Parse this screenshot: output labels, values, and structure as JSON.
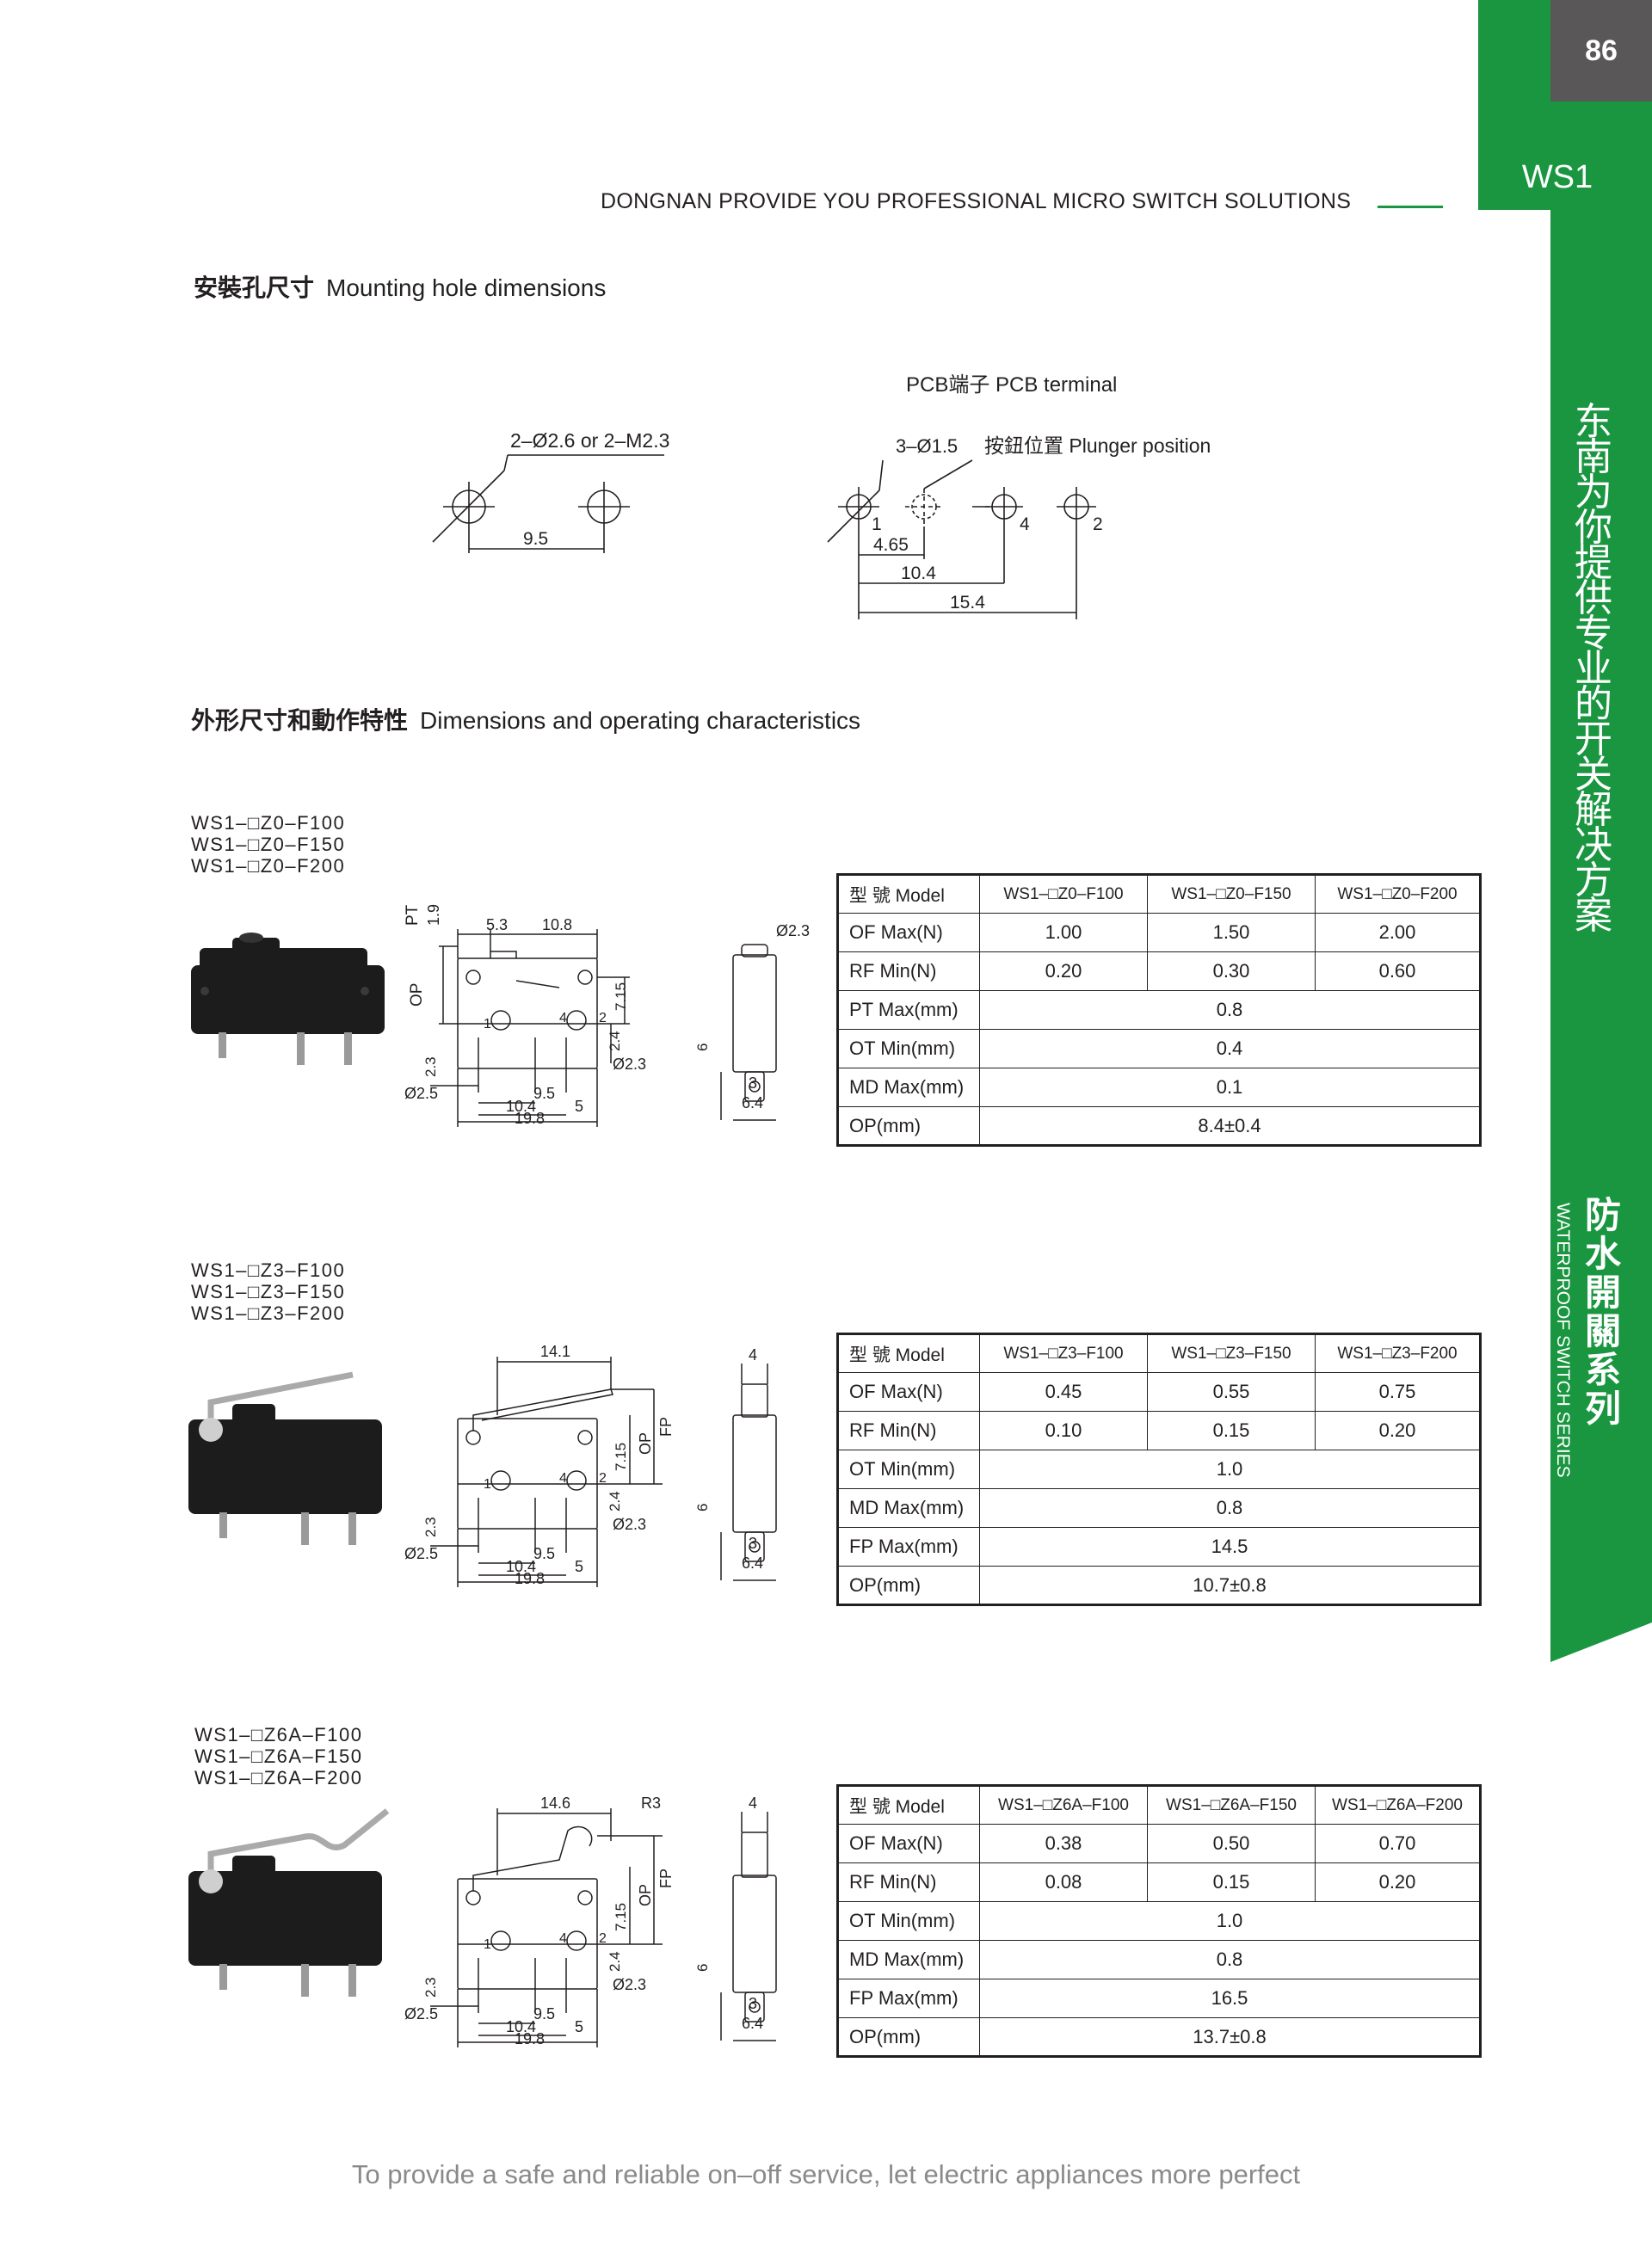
{
  "page_number": "86",
  "series_code": "WS1",
  "side_slogan_cn": "东南为你提供专业的开关解决方案",
  "side_series_cn": "防水開關系列",
  "side_series_en": "WATERPROOF SWITCH SERIES",
  "header_text": "DONGNAN PROVIDE YOU PROFESSIONAL MICRO SWITCH SOLUTIONS",
  "mounting": {
    "title_cn": "安裝孔尺寸",
    "title_en": "Mounting hole dimensions",
    "pcb_title": "PCB端子 PCB  terminal",
    "hole_label": "2–Ø2.6 or 2–M2.3",
    "hole_pitch": "9.5",
    "pcb_hole_label": "3–Ø1.5",
    "plunger_label": "按鈕位置 Plunger position",
    "pin1": "1",
    "pin4": "4",
    "pin2": "2",
    "dim_a": "4.65",
    "dim_b": "10.4",
    "dim_c": "15.4"
  },
  "dimensions": {
    "title_cn": "外形尺寸和動作特性",
    "title_en": "Dimensions and operating characteristics"
  },
  "products": [
    {
      "models": [
        "WS1–□Z0–F100",
        "WS1–□Z0–F150",
        "WS1–□Z0–F200"
      ],
      "drawing": {
        "pt": "PT",
        "pt_val": "1.9",
        "op": "OP",
        "d1": "5.3",
        "d2": "10.8",
        "d715": "7.15",
        "d24": "2.4",
        "d23": "2.3",
        "phi25": "Ø2.5",
        "phi23": "Ø2.3",
        "phi23_side": "Ø2.3",
        "d95": "9.5",
        "d104": "10.4",
        "d5": "5",
        "d198": "19.8",
        "d6": "6",
        "d3": "3",
        "d64": "6.4",
        "pin1": "1",
        "pin4": "4",
        "pin2": "2"
      },
      "table": {
        "header": [
          "型 號  Model",
          "WS1–□Z0–F100",
          "WS1–□Z0–F150",
          "WS1–□Z0–F200"
        ],
        "rows3": [
          {
            "label": "OF Max(N)",
            "values": [
              "1.00",
              "1.50",
              "2.00"
            ]
          },
          {
            "label": "RF Min(N)",
            "values": [
              "0.20",
              "0.30",
              "0.60"
            ]
          }
        ],
        "rows1": [
          {
            "label": "PT Max(mm)",
            "value": "0.8"
          },
          {
            "label": "OT Min(mm)",
            "value": "0.4"
          },
          {
            "label": "MD Max(mm)",
            "value": "0.1"
          },
          {
            "label": "OP(mm)",
            "value": "8.4±0.4"
          }
        ]
      }
    },
    {
      "models": [
        "WS1–□Z3–F100",
        "WS1–□Z3–F150",
        "WS1–□Z3–F200"
      ],
      "drawing": {
        "d141": "14.1",
        "op": "OP",
        "fp": "FP",
        "d715": "7.15",
        "d24": "2.4",
        "d23": "2.3",
        "phi25": "Ø2.5",
        "phi23": "Ø2.3",
        "d95": "9.5",
        "d104": "10.4",
        "d5": "5",
        "d198": "19.8",
        "d4": "4",
        "d6": "6",
        "d3": "3",
        "d64": "6.4",
        "pin1": "1",
        "pin4": "4",
        "pin2": "2"
      },
      "table": {
        "header": [
          "型 號  Model",
          "WS1–□Z3–F100",
          "WS1–□Z3–F150",
          "WS1–□Z3–F200"
        ],
        "rows3": [
          {
            "label": "OF Max(N)",
            "values": [
              "0.45",
              "0.55",
              "0.75"
            ]
          },
          {
            "label": "RF Min(N)",
            "values": [
              "0.10",
              "0.15",
              "0.20"
            ]
          }
        ],
        "rows1": [
          {
            "label": "OT Min(mm)",
            "value": "1.0"
          },
          {
            "label": "MD Max(mm)",
            "value": "0.8"
          },
          {
            "label": "FP Max(mm)",
            "value": "14.5"
          },
          {
            "label": "OP(mm)",
            "value": "10.7±0.8"
          }
        ]
      }
    },
    {
      "models": [
        "WS1–□Z6A–F100",
        "WS1–□Z6A–F150",
        "WS1–□Z6A–F200"
      ],
      "drawing": {
        "d146": "14.6",
        "r3": "R3",
        "op": "OP",
        "fp": "FP",
        "d715": "7.15",
        "d24": "2.4",
        "d23": "2.3",
        "phi25": "Ø2.5",
        "phi23": "Ø2.3",
        "d95": "9.5",
        "d104": "10.4",
        "d5": "5",
        "d198": "19.8",
        "d4": "4",
        "d6": "6",
        "d3": "3",
        "d64": "6.4",
        "pin1": "1",
        "pin4": "4",
        "pin2": "2"
      },
      "table": {
        "header": [
          "型 號  Model",
          "WS1–□Z6A–F100",
          "WS1–□Z6A–F150",
          "WS1–□Z6A–F200"
        ],
        "rows3": [
          {
            "label": "OF Max(N)",
            "values": [
              "0.38",
              "0.50",
              "0.70"
            ]
          },
          {
            "label": "RF Min(N)",
            "values": [
              "0.08",
              "0.15",
              "0.20"
            ]
          }
        ],
        "rows1": [
          {
            "label": "OT Min(mm)",
            "value": "1.0"
          },
          {
            "label": "MD Max(mm)",
            "value": "0.8"
          },
          {
            "label": "FP Max(mm)",
            "value": "16.5"
          },
          {
            "label": "OP(mm)",
            "value": "13.7±0.8"
          }
        ]
      }
    }
  ],
  "footer": "To provide a safe and reliable on–off service, let electric appliances more perfect",
  "colors": {
    "brand_green": "#1a9641",
    "page_tab_gray": "#595757",
    "ink": "#231f20",
    "footer_gray": "#8a8a8a"
  }
}
